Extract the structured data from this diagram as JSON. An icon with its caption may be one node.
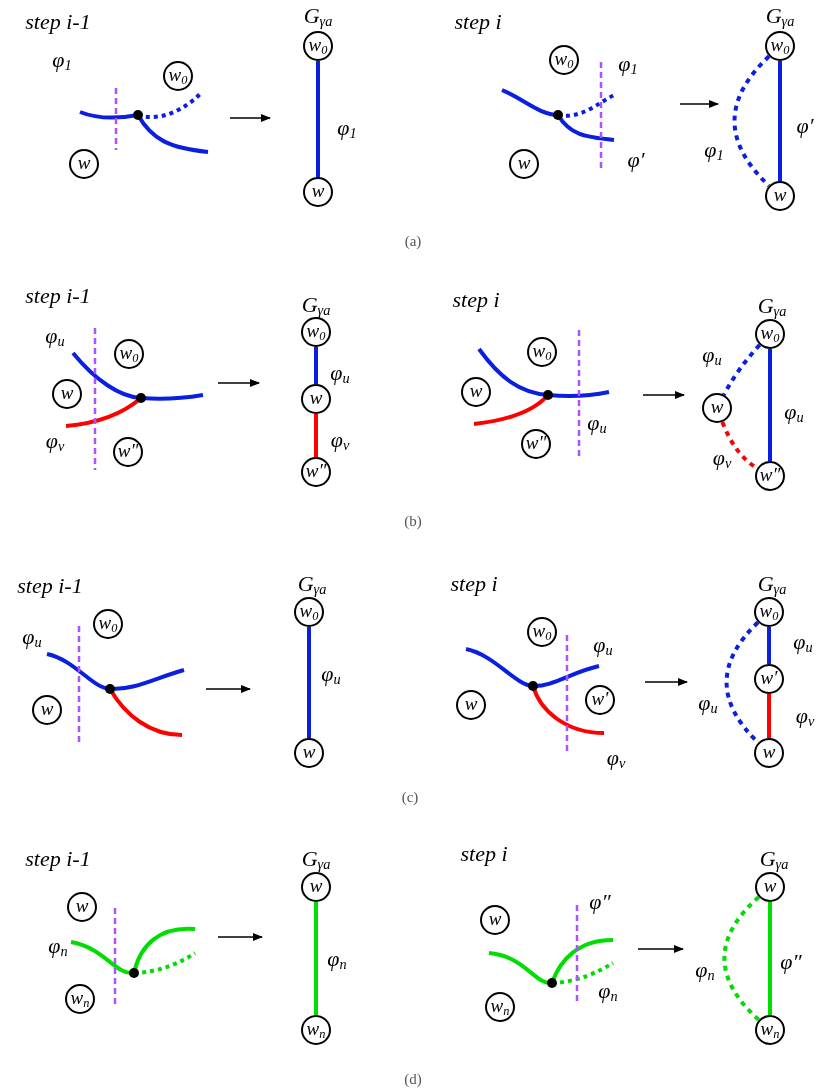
{
  "diagram": {
    "nodes": [
      {
        "text": [
          "w$_{0}$"
        ]
      },
      {
        "text": [
          "w"
        ]
      },
      {
        "text": [
          "w$_{0}$"
        ]
      },
      {
        "text": [
          "w"
        ]
      },
      {
        "text": [
          "w$_{0}$"
        ]
      },
      {
        "text": [
          "w"
        ]
      },
      {
        "text": [
          "w$_{0}$"
        ]
      },
      {
        "text": [
          "w"
        ]
      },
      {
        "text": [
          "w$_{0}$"
        ]
      },
      {
        "text": [
          "w"
        ]
      },
      {
        "text": [
          "w″"
        ]
      },
      {
        "text": [
          "w$_{0}$"
        ]
      },
      {
        "text": [
          "w"
        ]
      },
      {
        "text": [
          "w″"
        ]
      },
      {
        "text": [
          "w$_{0}$"
        ]
      },
      {
        "text": [
          "w"
        ]
      },
      {
        "text": [
          "w″"
        ]
      },
      {
        "text": [
          "w$_{0}$"
        ]
      },
      {
        "text": [
          "w"
        ]
      },
      {
        "text": [
          "w″"
        ]
      },
      {
        "text": [
          "w$_{0}$"
        ]
      },
      {
        "text": [
          "w"
        ]
      },
      {
        "text": [
          "w$_{0}$"
        ]
      },
      {
        "text": [
          "w"
        ]
      },
      {
        "text": [
          "w$_{0}$"
        ]
      },
      {
        "text": [
          "w"
        ]
      },
      {
        "text": [
          "w′"
        ]
      },
      {
        "text": [
          "w$_{0}$"
        ]
      },
      {
        "text": [
          "w′"
        ]
      },
      {
        "text": [
          "w"
        ]
      },
      {
        "text": [
          "w"
        ]
      },
      {
        "text": [
          "w$_{n}$"
        ]
      },
      {
        "text": [
          "w"
        ]
      },
      {
        "text": [
          "w$_{n}$"
        ]
      },
      {
        "text": [
          "w"
        ]
      },
      {
        "text": [
          "w$_{n}$"
        ]
      },
      {
        "text": [
          "w"
        ]
      },
      {
        "text": [
          "w$_{n}$"
        ]
      }
    ],
    "edges": [
      {
        "from": 2,
        "to": 3,
        "arrow": "none",
        "label": "φ$_{1}$"
      },
      {
        "from": 6,
        "to": 7,
        "arrow": "none",
        "label": "φ$_{1}$",
        "style": "dashed"
      },
      {
        "from": 6,
        "to": 7,
        "arrow": "none",
        "label": "φ′"
      },
      {
        "from": 11,
        "to": 12,
        "arrow": "none",
        "label": "φ$_{u}$"
      },
      {
        "from": 12,
        "to": 13,
        "arrow": "none",
        "label": "φ$_{v}$",
        "color": "#ff0000"
      },
      {
        "from": 17,
        "to": 18,
        "arrow": "none",
        "label": "φ$_{u}$",
        "style": "dashed"
      },
      {
        "from": 18,
        "to": 19,
        "arrow": "none",
        "label": "φ$_{v}$",
        "style": "dashed",
        "color": "#ff0000"
      },
      {
        "from": 17,
        "to": 19,
        "arrow": "none",
        "label": "φ$_{u}$"
      },
      {
        "from": 22,
        "to": 23,
        "arrow": "none",
        "label": "φ$_{u}$"
      },
      {
        "from": 27,
        "to": 29,
        "arrow": "none",
        "label": "φ$_{u}$",
        "style": "dashed"
      },
      {
        "from": 27,
        "to": 28,
        "arrow": "none",
        "label": "φ$_{u}$"
      },
      {
        "from": 28,
        "to": 29,
        "arrow": "none",
        "label": "φ$_{v}$",
        "color": "#ff0000"
      },
      {
        "from": 32,
        "to": 33,
        "arrow": "none",
        "label": "φ$_{n}$",
        "color": "#00dd00"
      },
      {
        "from": 36,
        "to": 37,
        "arrow": "none",
        "label": "φ$_{n}$",
        "style": "dashed",
        "color": "#00dd00"
      },
      {
        "from": 36,
        "to": 37,
        "arrow": "none",
        "label": "φ″",
        "color": "#00dd00"
      }
    ],
    "labels": [
      "step i-1",
      "G$_{γa}$",
      "step i",
      "G$_{γa}$",
      "φ$_{1}$",
      "φ$_{1}$",
      "φ′",
      "(a)",
      "step i-1",
      "G$_{γa}$",
      "step i",
      "G$_{γa}$",
      "φ$_{u}$",
      "φ$_{v}$",
      "φ$_{u}$",
      "(b)",
      "step i-1",
      "G$_{γa}$",
      "step i",
      "G$_{γa}$",
      "φ$_{u}$",
      "φ$_{u}$",
      "φ$_{v}$",
      "(c)",
      "step i-1",
      "G$_{γa}$",
      "step i",
      "G$_{γa}$",
      "φ$_{n}$",
      "φ″",
      "φ$_{n}$",
      "(d)"
    ]
  }
}
